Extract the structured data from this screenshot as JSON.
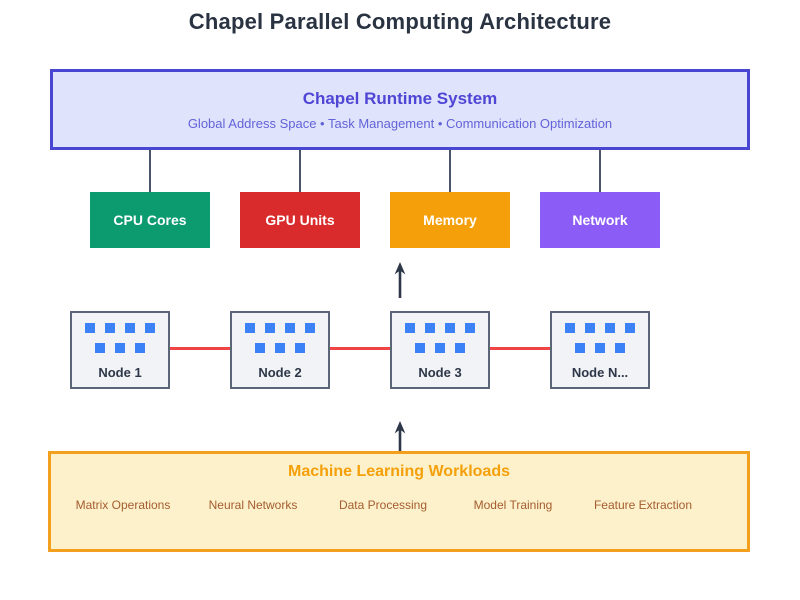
{
  "title": "Chapel Parallel Computing Architecture",
  "runtime": {
    "heading": "Chapel Runtime System",
    "subtitle": "Global Address Space • Task Management • Communication Optimization"
  },
  "resources": [
    {
      "label": "CPU Cores",
      "color": "#0b9b6f"
    },
    {
      "label": "GPU Units",
      "color": "#d92b2b"
    },
    {
      "label": "Memory",
      "color": "#f5a00b"
    },
    {
      "label": "Network",
      "color": "#8b5cf6"
    }
  ],
  "nodes": [
    {
      "label": "Node 1"
    },
    {
      "label": "Node 2"
    },
    {
      "label": "Node 3"
    },
    {
      "label": "Node N..."
    }
  ],
  "nodes_grid": {
    "rows": [
      4,
      3
    ],
    "square_color": "#3b82f6"
  },
  "workloads": {
    "heading": "Machine Learning Workloads",
    "items": [
      "Matrix Operations",
      "Neural Networks",
      "Data Processing",
      "Model Training",
      "Feature Extraction"
    ]
  },
  "colors": {
    "runtime_bg": "#dfe3fb",
    "runtime_border": "#4946d1",
    "runtime_text": "#4f46d5",
    "connector_gray": "#4a5568",
    "node_bg": "#f1f3f6",
    "node_border": "#5a6578",
    "node_link_red": "#ef4444",
    "arrow": "#2d3748",
    "workloads_bg": "#fcf1ca",
    "workloads_border": "#f2a01e",
    "workloads_heading": "#f5a00b",
    "workloads_item_text": "#a55c30"
  }
}
